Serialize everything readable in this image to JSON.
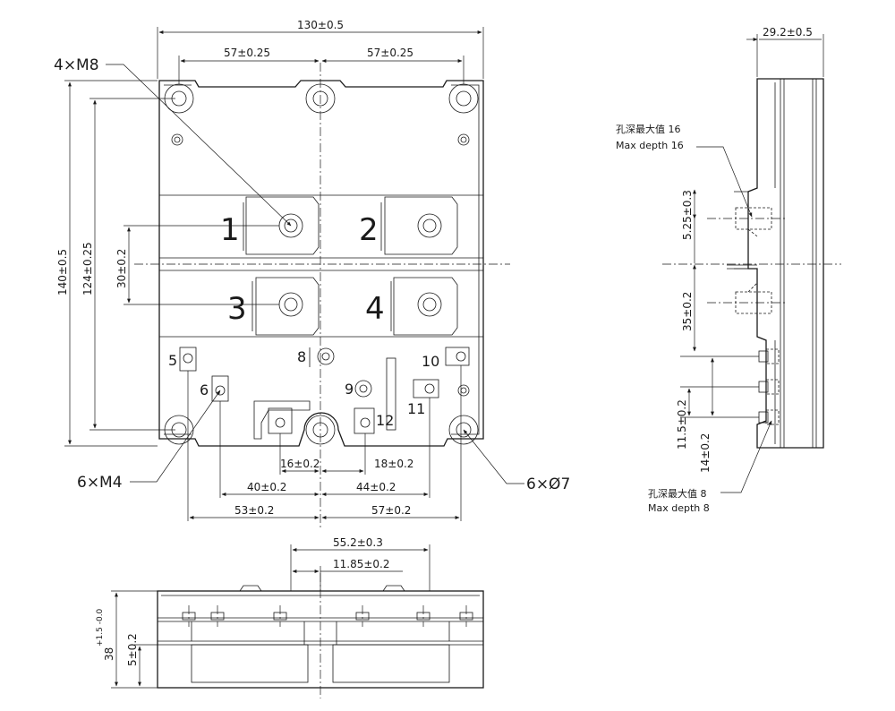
{
  "front_view": {
    "terminals": {
      "t1": "1",
      "t2": "2",
      "t3": "3",
      "t4": "4"
    },
    "pins": {
      "p5": "5",
      "p6": "6",
      "p8": "8",
      "p9": "9",
      "p10": "10",
      "p11": "11",
      "p12": "12"
    },
    "callouts": {
      "m8": "4×M8",
      "m4": "6×M4",
      "hole7": "6×Ø7"
    },
    "dims": {
      "overall_width": "130±0.5",
      "top_left_pitch": "57±0.25",
      "top_right_pitch": "57±0.25",
      "overall_height": "140±0.5",
      "mount_pitch": "124±0.25",
      "terminal_pitch": "30±0.2",
      "pin_16": "16±0.2",
      "pin_18": "18±0.2",
      "pin_40": "40±0.2",
      "pin_44": "44±0.2",
      "pin_53": "53±0.2",
      "pin_57": "57±0.2"
    }
  },
  "side_view": {
    "dims": {
      "thickness": "29.2±0.5",
      "d_5_25": "5.25±0.3",
      "d_35": "35±0.2",
      "d_11_5": "11.5±0.2",
      "d_14": "14±0.2"
    },
    "notes": {
      "depth16_cn": "孔深最大值 16",
      "depth16_en": "Max depth 16",
      "depth8_cn": "孔深最大值 8",
      "depth8_en": "Max depth 8"
    }
  },
  "bottom_view": {
    "dims": {
      "d_55_2": "55.2±0.3",
      "d_11_85": "11.85±0.2",
      "height_38": "38",
      "height_38_tol": "+1.5 -0.0",
      "d_5": "5±0.2"
    }
  }
}
